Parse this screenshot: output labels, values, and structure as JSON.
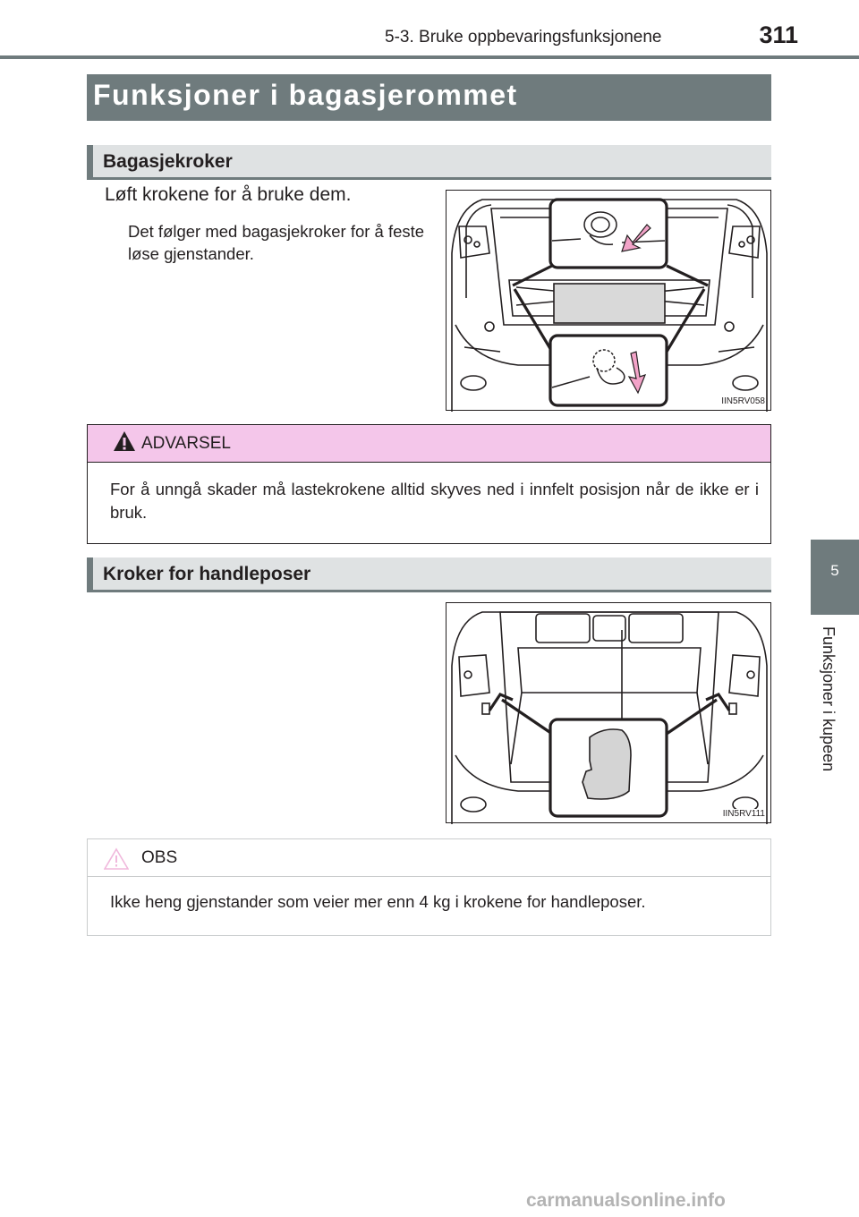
{
  "header": {
    "section": "5-3. Bruke oppbevaringsfunksjonene",
    "page_number": "311"
  },
  "side_tab": {
    "number": "5",
    "label": "Funksjoner i kupeen"
  },
  "main_title": "Funksjoner i bagasjerommet",
  "sections": [
    {
      "heading": "Bagasjekroker",
      "instruction": "Løft krokene for å bruke dem.",
      "description": "Det følger med bagasjekroker for å feste løse gjenstander.",
      "figure_code": "IIN5RV058"
    },
    {
      "heading": "Kroker for handleposer",
      "figure_code": "IIN5RV111"
    }
  ],
  "warning": {
    "title": "ADVARSEL",
    "text": "For å unngå skader må lastekrokene alltid skyves ned i innfelt posisjon når de ikke er i bruk."
  },
  "note": {
    "title": "OBS",
    "text": "Ikke heng gjenstander som veier mer enn 4 kg i krokene for handleposer."
  },
  "footer": "carmanualsonline.info",
  "colors": {
    "header_gray": "#6f7b7d",
    "subhead_bg": "#dfe2e3",
    "warning_pink": "#f4c6ea",
    "arrow_pink": "#f2a3c8"
  }
}
